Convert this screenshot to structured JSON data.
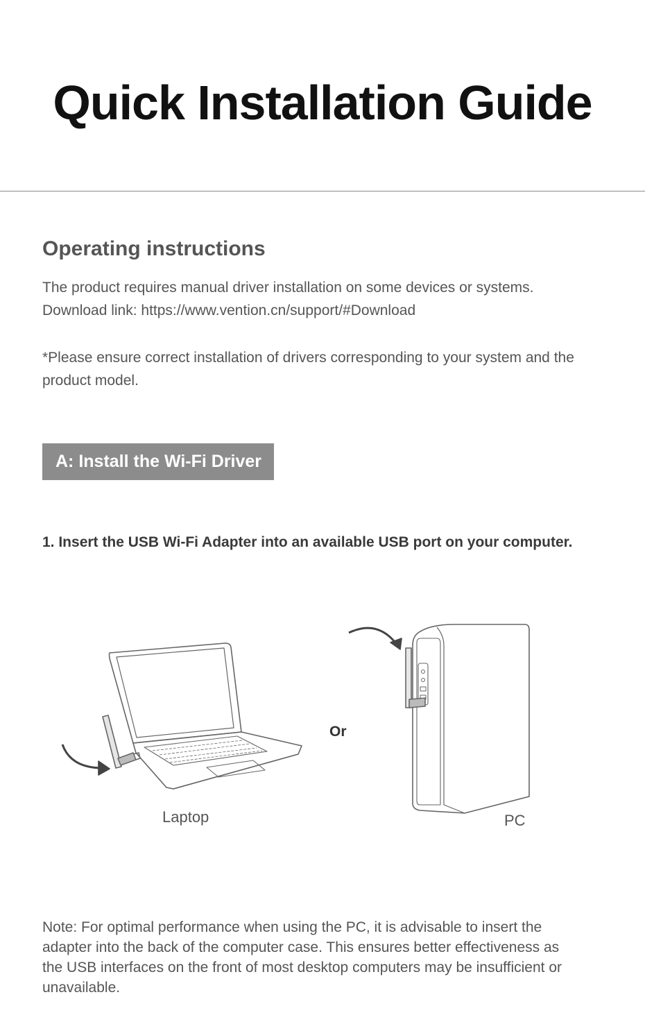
{
  "header": {
    "title": "Quick Installation Guide"
  },
  "operating": {
    "heading": "Operating instructions",
    "line1": "The product requires manual driver installation on some devices or systems.",
    "line2": "Download link: https://www.vention.cn/support/#Download",
    "notice": "*Please ensure correct installation of drivers corresponding to your system and the product model."
  },
  "section_a": {
    "banner": "A: Install the Wi-Fi Driver",
    "step1": "1. Insert the USB Wi-Fi Adapter into an available USB port on your computer."
  },
  "illustration": {
    "laptop_label": "Laptop",
    "or_label": "Or",
    "pc_label": "PC"
  },
  "note": "Note: For optimal performance when using the PC, it is advisable to insert the adapter into the back of the computer case. This ensures better effectiveness as the USB interfaces on the front of most desktop computers may be insufficient or unavailable.",
  "colors": {
    "banner_bg": "#8c8c8c",
    "text": "#555555",
    "title": "#111111"
  }
}
